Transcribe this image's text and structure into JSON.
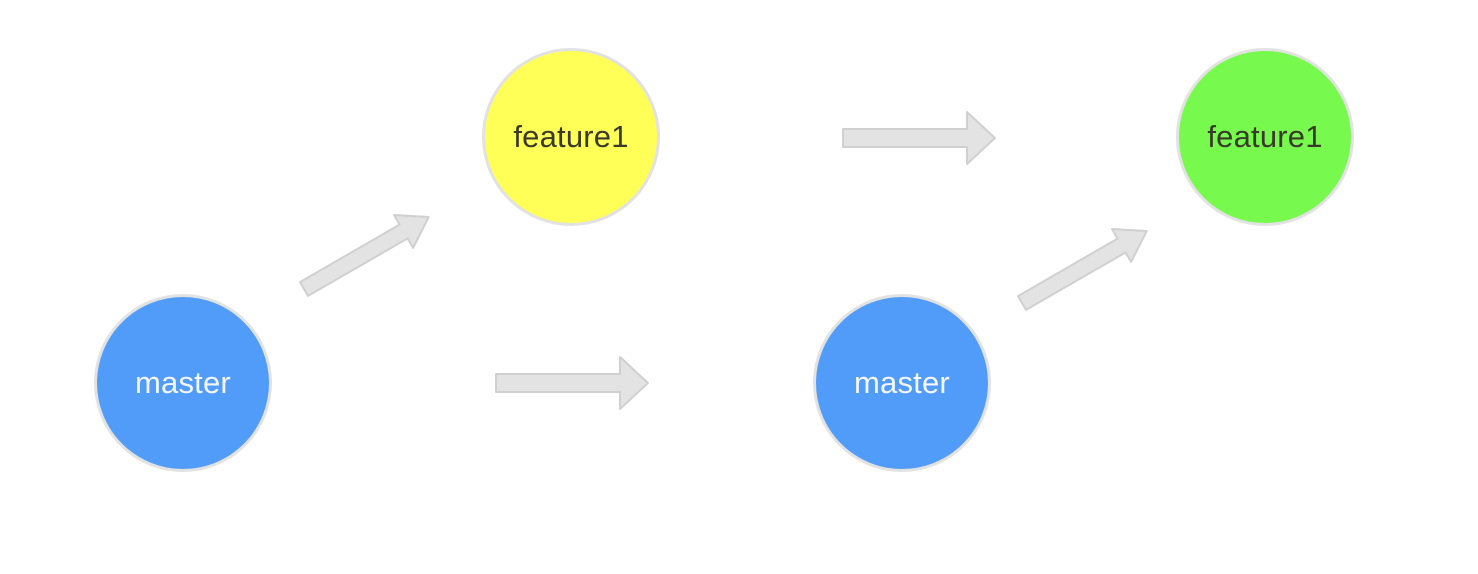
{
  "nodes": {
    "master_left": {
      "label": "master",
      "color": "#529CF9"
    },
    "feature_left": {
      "label": "feature1",
      "color": "#FFFF57"
    },
    "master_right": {
      "label": "master",
      "color": "#529CF9"
    },
    "feature_right": {
      "label": "feature1",
      "color": "#77F94E"
    }
  },
  "arrow_color": "#E3E3E3"
}
